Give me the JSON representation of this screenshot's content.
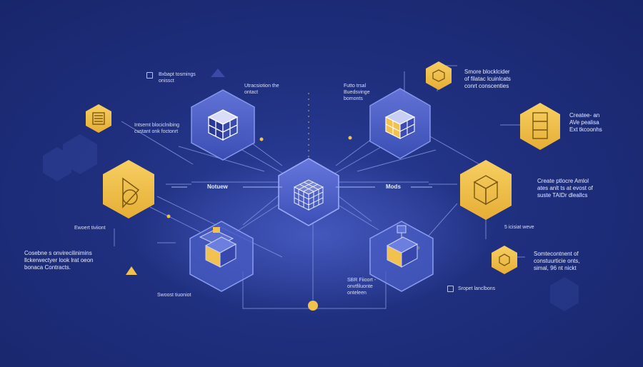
{
  "colors": {
    "background": "#1f2f7e",
    "hex_fill": "#4a5fc8",
    "hex_border": "#7f93ee",
    "accent_gold": "#f2c14e",
    "line": "#7f8fd8"
  },
  "nodes": {
    "center": "Notuew",
    "center_right": "Mods"
  },
  "labels": {
    "top_left": "Bxbapt tosmings\nonissct",
    "upper_left": "Intsemt blociclnibing\ncustant onk foctonrt",
    "top_center": "Utracsiotion the\nontact",
    "top_center_right": "Futto trsal\nBuedsvinge\nbomonts",
    "top_right": "Smore blocklcider\nof filatac lcuinlcats\nconrt conscenties",
    "right_1": "Createe- an\nAVe pealisa\nExt tkcoonhs",
    "right_2": "Create ptlocre Amlol\nates anlt ts at evost of\nsuste TAIDr dleallcs",
    "right_small": "5 icisiat weve",
    "lower_right": "Somtecontnent of\nconstuurticie onts,\nsimal, 96 nt nickt",
    "left_small": "Ewoert tiviiont",
    "lower_left": "Cosebne s onvirecilinimins\nllckerwectyer look lrat oeon\nbonaca Contracts.",
    "bottom_left": "Swoost tiuoniot",
    "bottom_center": "SBR Fiioort -\nonvtfiluonte\nonteleen",
    "bottom_right": "Sropet lanclbons"
  },
  "icons": [
    "cube-icon",
    "stacked-cubes-icon",
    "grid-cube-icon",
    "gold-box-icon",
    "document-icon",
    "shape-icon",
    "server-icon",
    "warning-triangle-icon"
  ]
}
